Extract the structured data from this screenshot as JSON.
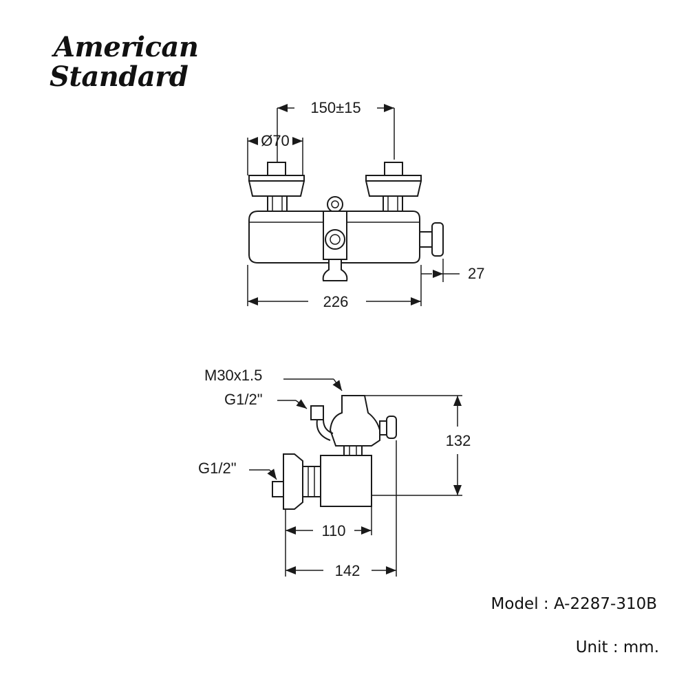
{
  "brand": {
    "line1": "American",
    "line2": "Standard"
  },
  "front_view": {
    "dim_centers": "150±15",
    "dim_handle_dia": "Ø70",
    "dim_width": "226",
    "dim_knob": "27"
  },
  "side_view": {
    "label_thread": "M30x1.5",
    "label_inlet_top": "G1/2\"",
    "label_inlet_side": "G1/2\"",
    "dim_height": "132",
    "dim_depth_body": "110",
    "dim_depth_total": "142"
  },
  "info": {
    "model": "Model : A-2287-310B",
    "unit": "Unit : mm."
  }
}
